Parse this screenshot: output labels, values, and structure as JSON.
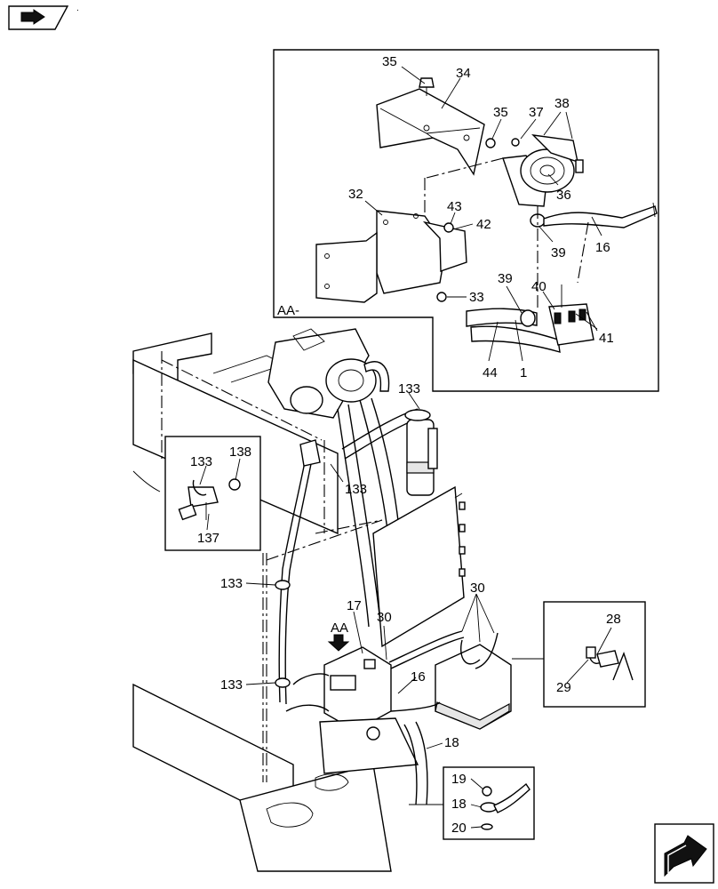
{
  "header": {
    "tab_icon": "open-book-arrow-icon",
    "dot": "."
  },
  "footer": {
    "nav_icon": "next-page-arrow-icon"
  },
  "callouts": {
    "c35a": "35",
    "c34": "34",
    "c35b": "35",
    "c37": "37",
    "c38": "38",
    "c32": "32",
    "c43": "43",
    "c42": "42",
    "c36": "36",
    "c39a": "39",
    "c16a": "16",
    "c33": "33",
    "c39b": "39",
    "c40": "40",
    "c41": "41",
    "c44": "44",
    "c1": "1",
    "aa_ref": "AA-",
    "c133a": "133",
    "c138": "138",
    "c133b": "133",
    "c133c": "133",
    "c137": "137",
    "c133d": "133",
    "c133e": "133",
    "c17": "17",
    "aa_view": "AA",
    "c30a": "30",
    "c30b": "30",
    "c16b": "16",
    "c18": "18",
    "c28": "28",
    "c29": "29",
    "c19": "19",
    "c18b": "18",
    "c20": "20"
  }
}
